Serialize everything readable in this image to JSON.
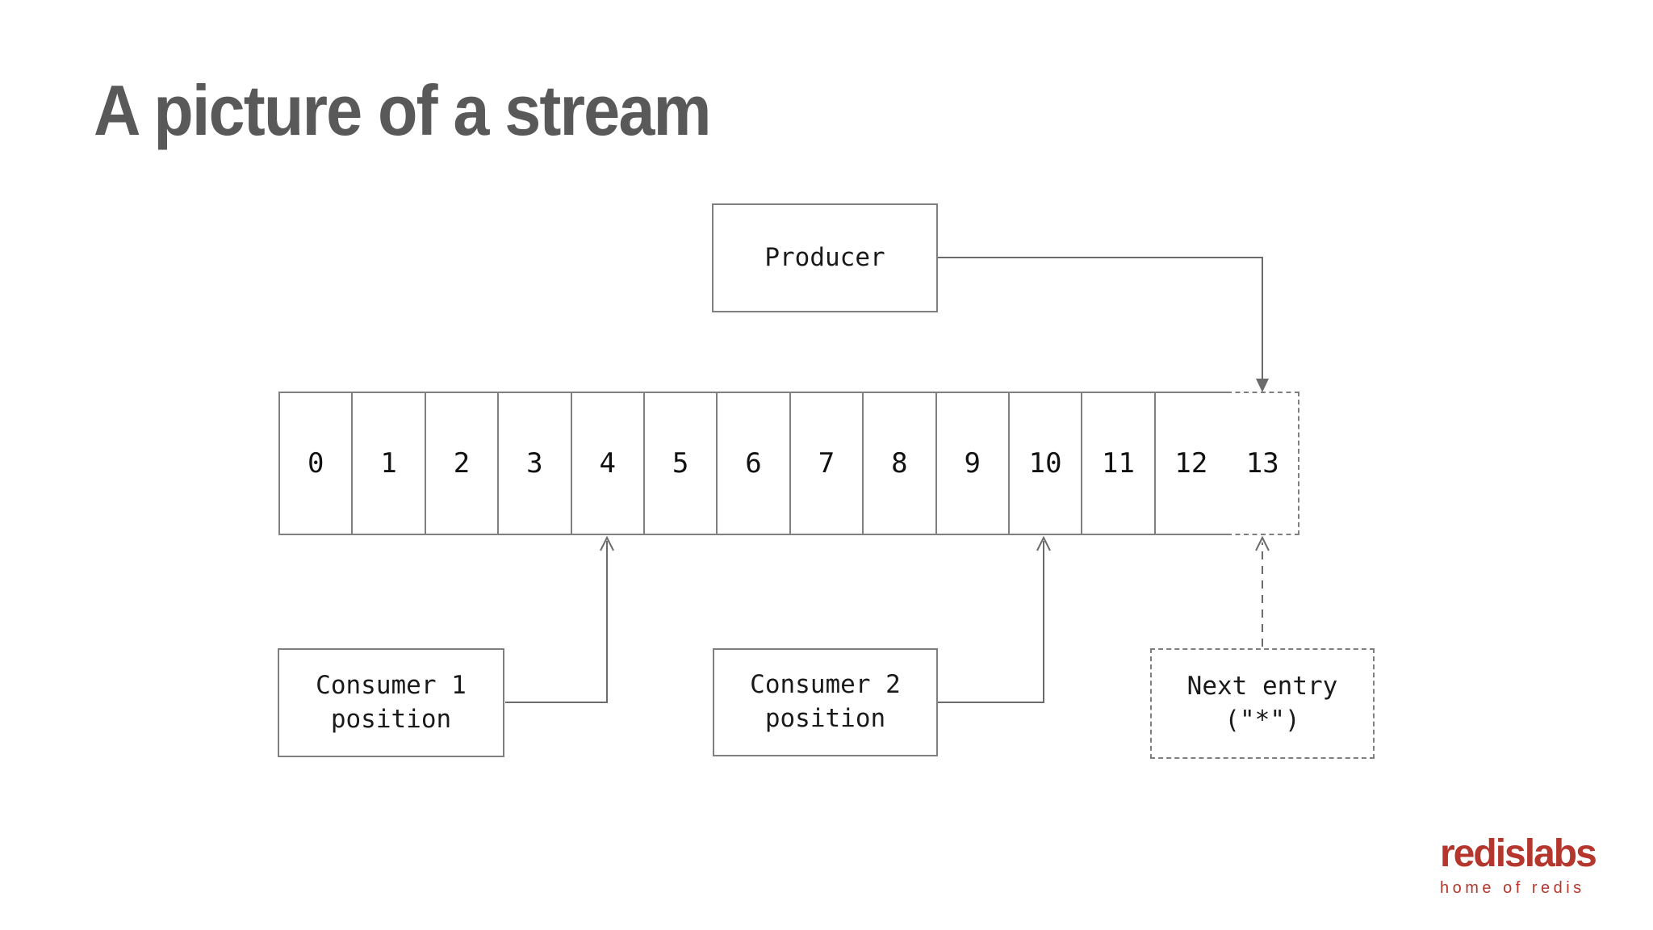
{
  "slide": {
    "title": "A picture of a stream"
  },
  "diagram": {
    "producer": {
      "label": "Producer"
    },
    "stream": {
      "cells": [
        "0",
        "1",
        "2",
        "3",
        "4",
        "5",
        "6",
        "7",
        "8",
        "9",
        "10",
        "11",
        "12",
        "13"
      ],
      "next_entry_cell": "13",
      "consumer1_points_to_cell": "4",
      "consumer2_points_to_cell": "10",
      "producer_points_to_cell": "13"
    },
    "consumer1": {
      "line1": "Consumer 1",
      "line2": "position"
    },
    "consumer2": {
      "line1": "Consumer 2",
      "line2": "position"
    },
    "next_entry": {
      "line1": "Next entry",
      "line2": "(\"*\")"
    }
  },
  "branding": {
    "logo_text": "redislabs",
    "tagline": "home of redis",
    "logo_color": "#b5362c"
  },
  "colors": {
    "title_gray": "#595959",
    "border_gray": "#7f7f7f",
    "arrow_gray": "#6b6b6b",
    "text_black": "#1a1a1a",
    "background": "#ffffff"
  }
}
